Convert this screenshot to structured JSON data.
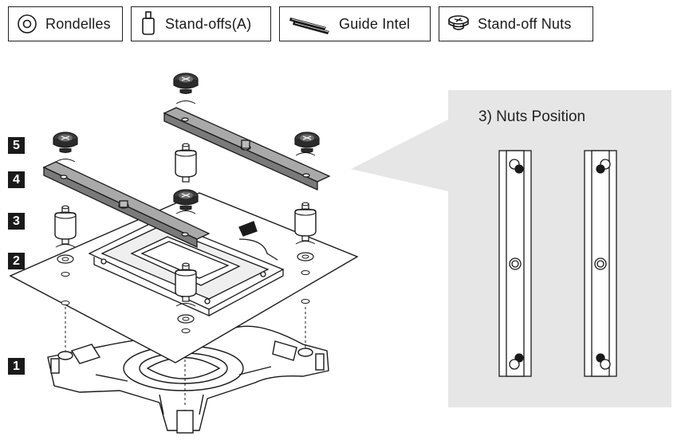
{
  "legend": [
    {
      "label": "Rondelles",
      "icon": "washer-icon"
    },
    {
      "label": "Stand-offs(A)",
      "icon": "standoff-icon"
    },
    {
      "label": "Guide Intel",
      "icon": "guide-bar-icon"
    },
    {
      "label": "Stand-off Nuts",
      "icon": "nut-icon"
    }
  ],
  "steps": [
    "5",
    "4",
    "3",
    "2",
    "1"
  ],
  "nuts_panel": {
    "title": "3) Nuts Position",
    "background": "#e6e6e6"
  },
  "colors": {
    "line": "#1a1a1a",
    "bar_fill": "#a9a9a9",
    "nut_fill": "#555555",
    "board_fill": "#ffffff",
    "panel_bg": "#e6e6e6"
  }
}
